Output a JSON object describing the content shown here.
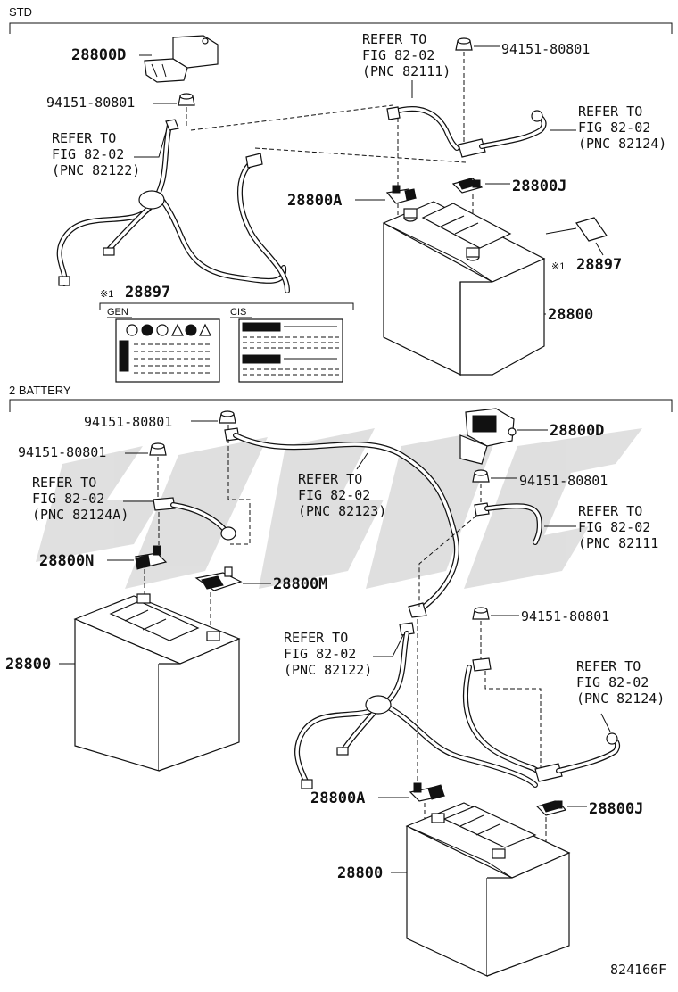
{
  "sections": {
    "std": "STD",
    "two_battery": "2 BATTERY"
  },
  "labels": {
    "std_28800D": "28800D",
    "std_bolt_a": "94151-80801",
    "std_bolt_b": "94151-80801",
    "std_ref_82111": [
      "REFER TO",
      "FIG 82-02",
      "(PNC 82111)"
    ],
    "std_ref_82124": [
      "REFER TO",
      "FIG 82-02",
      "(PNC 82124)"
    ],
    "std_ref_82122": [
      "REFER TO",
      "FIG 82-02",
      "(PNC 82122)"
    ],
    "std_28800A": "28800A",
    "std_28800J": "28800J",
    "std_28897_right": "28897",
    "std_28897_left": "28897",
    "std_28800": "28800",
    "note_mark": "※1",
    "dual_bolt_top": "94151-80801",
    "dual_bolt_left": "94151-80801",
    "dual_28800D": "28800D",
    "dual_ref_82124A": [
      "REFER TO",
      "FIG 82-02",
      "(PNC 82124A)"
    ],
    "dual_ref_82123": [
      "REFER TO",
      "FIG 82-02",
      "(PNC 82123)"
    ],
    "dual_bolt_right": "94151-80801",
    "dual_ref_82111": [
      "REFER TO",
      "FIG 82-02",
      "(PNC 82111"
    ],
    "dual_28800N": "28800N",
    "dual_28800M": "28800M",
    "dual_28800_left": "28800",
    "dual_bolt_lower": "94151-80801",
    "dual_ref_82122": [
      "REFER TO",
      "FIG 82-02",
      "(PNC 82122)"
    ],
    "dual_ref_82124": [
      "REFER TO",
      "FIG 82-02",
      "(PNC 82124)"
    ],
    "dual_28800A": "28800A",
    "dual_28800J": "28800J",
    "dual_28800_right": "28800"
  },
  "label_card": {
    "gen": "GEN",
    "cis": "CIS"
  },
  "figure_id": "824166F"
}
